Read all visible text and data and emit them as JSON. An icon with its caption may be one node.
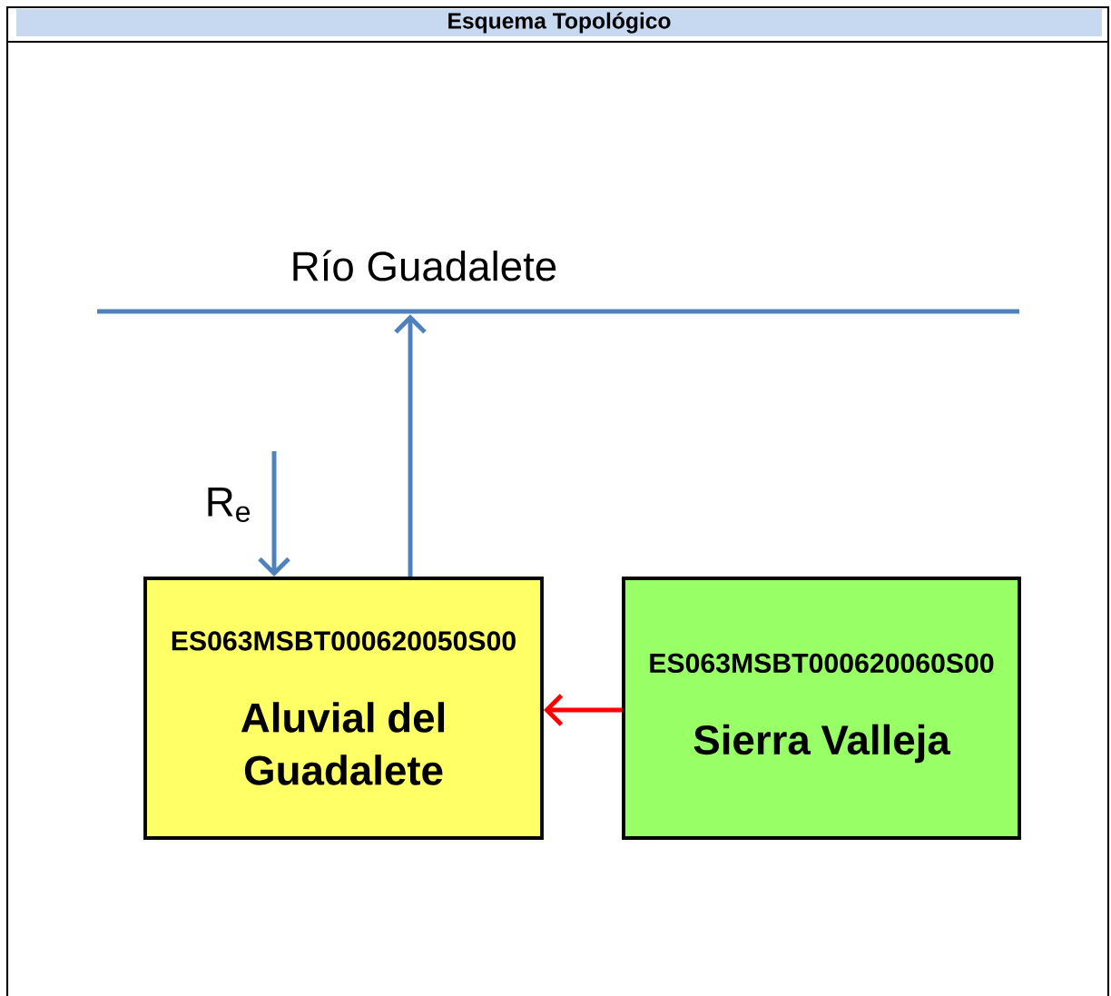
{
  "diagram": {
    "title": "Esquema Topológico",
    "nodes": [
      {
        "text": [
          "Río Guadalete"
        ]
      },
      {
        "text": [
          "ES063MSBT000620050S00",
          "Aluvial del Guadalete"
        ]
      },
      {
        "text": [
          "ES063MSBT000620060S00",
          "Sierra Valleja"
        ]
      }
    ],
    "edges": [
      {
        "from": null,
        "to": 1,
        "arrow": "to",
        "label": "R$_{e}$"
      },
      {
        "from": 1,
        "to": 0,
        "arrow": "to"
      },
      {
        "from": 2,
        "to": 1,
        "arrow": "to",
        "color": "#ff0000"
      }
    ]
  }
}
